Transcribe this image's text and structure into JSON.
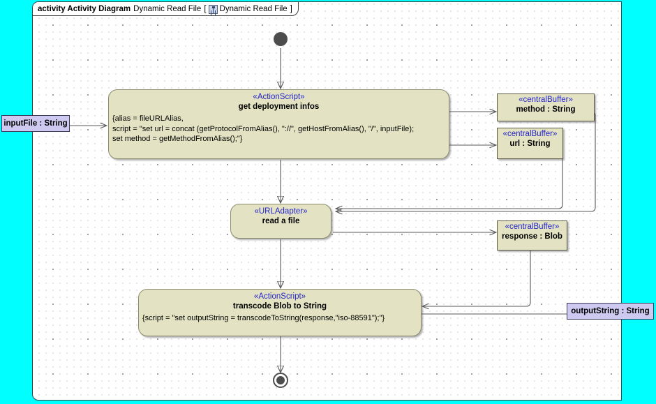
{
  "diagram": {
    "frame_label": {
      "keyword": "activity Activity Diagram",
      "name": "Dynamic Read File",
      "bracket_open": "[",
      "icon": "activity-diagram-icon",
      "bracket_name": "Dynamic Read File",
      "bracket_close": "]"
    },
    "background_color": "#00ffff",
    "frame_color": "#ffffff",
    "node_fill": "#e3e3c4",
    "param_fill": "#cdc9f0",
    "stereotype_color": "#2424c8"
  },
  "nodes": {
    "initial": {
      "name": "initial-node"
    },
    "final": {
      "name": "activity-final-node"
    },
    "get_deployment": {
      "stereotype": "«ActionScript»",
      "title": "get deployment infos",
      "body": "{alias = fileURLAlias,\nscript = \"set url = concat (getProtocolFromAlias(), \"://\", getHostFromAlias(), \"/\", inputFile);\nset method = getMethodFromAlias();\"}"
    },
    "read_file": {
      "stereotype": "«URLAdapter»",
      "title": "read a file"
    },
    "transcode": {
      "stereotype": "«ActionScript»",
      "title": "transcode Blob to String",
      "body": "{script = \"set outputString = transcodeToString(response,\"iso-88591\");\"}"
    }
  },
  "buffers": [
    {
      "stereotype": "«centralBuffer»",
      "label": "method : String"
    },
    {
      "stereotype": "«centralBuffer»",
      "label": "url : String"
    },
    {
      "stereotype": "«centralBuffer»",
      "label": "response : Blob"
    }
  ],
  "parameters": {
    "input": {
      "label": "inputFile : String"
    },
    "output": {
      "label": "outputString : String"
    }
  }
}
